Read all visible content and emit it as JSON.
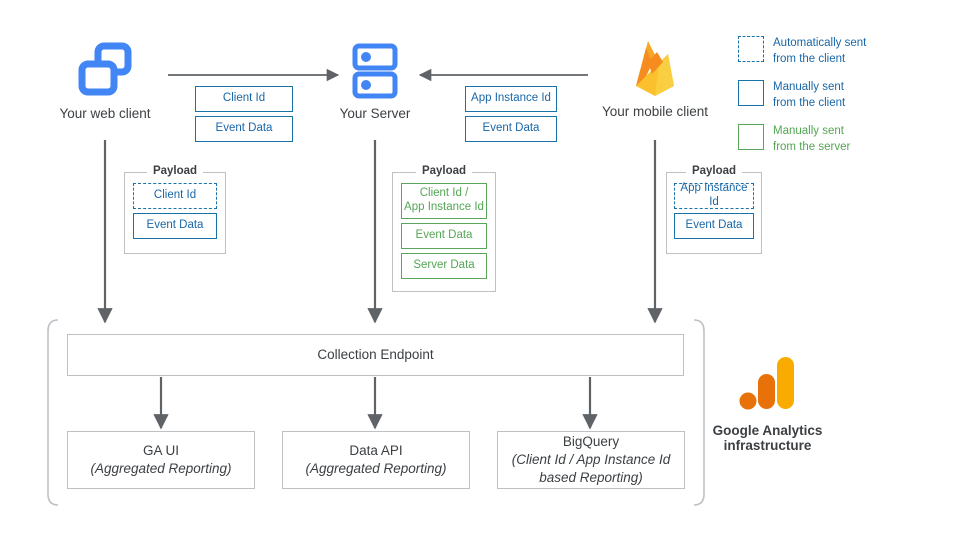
{
  "nodes": {
    "web_client": {
      "label": "Your web client",
      "icon": "web-client-icon"
    },
    "server": {
      "label": "Your Server",
      "icon": "server-icon"
    },
    "mobile_client": {
      "label": "Your mobile client",
      "icon": "firebase-icon"
    }
  },
  "transit": {
    "web_to_server": [
      {
        "text": "Client Id",
        "style": "blue-solid"
      },
      {
        "text": "Event Data",
        "style": "blue-solid"
      }
    ],
    "mobile_to_server": [
      {
        "text": "App Instance Id",
        "style": "blue-solid"
      },
      {
        "text": "Event Data",
        "style": "blue-solid"
      }
    ]
  },
  "payloads": {
    "title": "Payload",
    "web": [
      {
        "text": "Client Id",
        "style": "blue-dash"
      },
      {
        "text": "Event Data",
        "style": "blue-solid"
      }
    ],
    "server": [
      {
        "text": "Client Id /\nApp Instance Id",
        "style": "green-solid"
      },
      {
        "text": "Event Data",
        "style": "green-solid"
      },
      {
        "text": "Server Data",
        "style": "green-solid"
      }
    ],
    "mobile": [
      {
        "text": "App Instance Id",
        "style": "blue-dash"
      },
      {
        "text": "Event Data",
        "style": "blue-solid"
      }
    ]
  },
  "infrastructure": {
    "collection_endpoint": "Collection Endpoint",
    "outputs": [
      {
        "title": "GA UI",
        "subtitle": "(Aggregated Reporting)"
      },
      {
        "title": "Data API",
        "subtitle": "(Aggregated Reporting)"
      },
      {
        "title": "BigQuery",
        "subtitle": "(Client Id / App Instance Id\nbased Reporting)"
      }
    ],
    "logo_label_line1": "Google Analytics",
    "logo_label_line2": "infrastructure"
  },
  "legend": [
    {
      "swatch": "blue-dash",
      "line1": "Automatically sent",
      "line2": "from the client",
      "color_class": "t-blue"
    },
    {
      "swatch": "blue-solid",
      "line1": "Manually sent",
      "line2": "from the client",
      "color_class": "t-blue"
    },
    {
      "swatch": "green-solid",
      "line1": "Manually sent",
      "line2": "from the server",
      "color_class": "t-green"
    }
  ],
  "colors": {
    "blue": "#1967a8",
    "green": "#54a654",
    "grey": "#bdc1c6",
    "arrow": "#5f6368",
    "icon_blue": "#4285f4",
    "ga_orange": "#e8710a",
    "ga_yellow": "#f9ab00"
  }
}
